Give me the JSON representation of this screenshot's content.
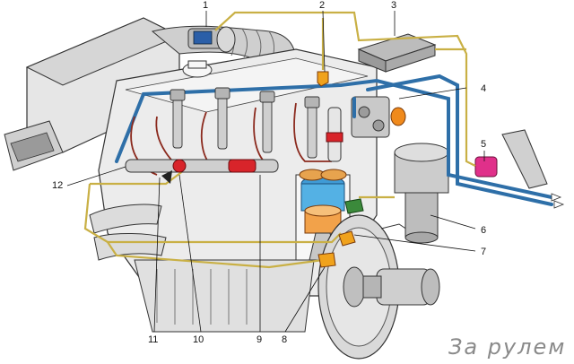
{
  "diagram": {
    "callouts": [
      {
        "id": "1",
        "label": "1"
      },
      {
        "id": "2",
        "label": "2"
      },
      {
        "id": "3",
        "label": "3"
      },
      {
        "id": "4",
        "label": "4"
      },
      {
        "id": "5",
        "label": "5"
      },
      {
        "id": "6",
        "label": "6"
      },
      {
        "id": "7",
        "label": "7"
      },
      {
        "id": "8",
        "label": "8"
      },
      {
        "id": "9",
        "label": "9"
      },
      {
        "id": "10",
        "label": "10"
      },
      {
        "id": "11",
        "label": "11"
      },
      {
        "id": "12",
        "label": "12"
      }
    ],
    "watermark": "За рулем"
  },
  "colors": {
    "fuel_line": "#2e6fa8",
    "wire": "#c9b045",
    "injector_wire": "#8b2a1e",
    "engine_fill": "#eeeeee",
    "engine_stroke": "#333333",
    "sensor_pink": "#e0308a",
    "sensor_orange": "#f08a1c",
    "sensor_green": "#3b8a3b",
    "rail_red": "#d8242a"
  }
}
